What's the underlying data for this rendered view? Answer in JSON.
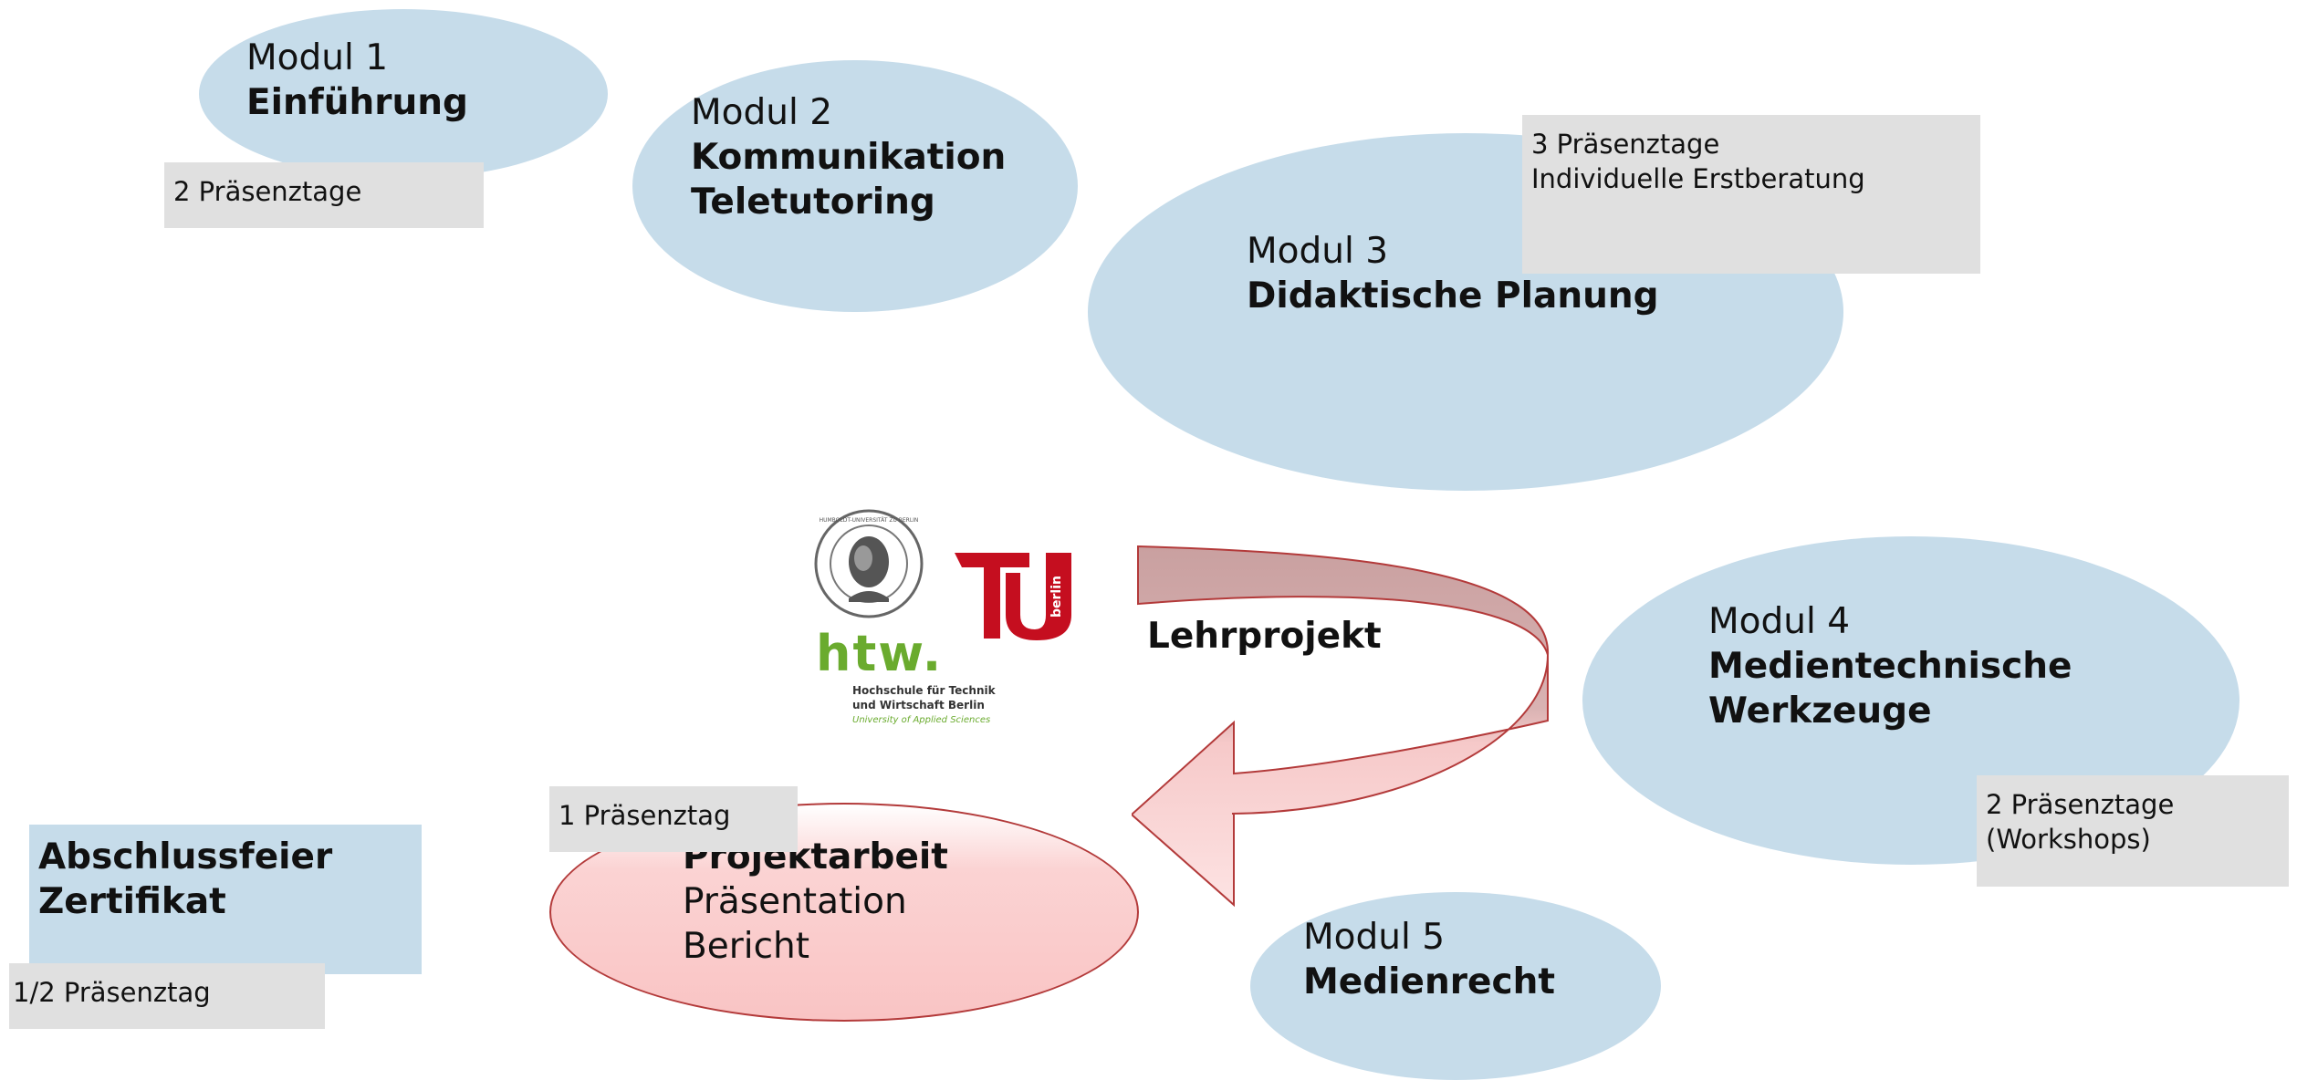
{
  "modules": {
    "m1": {
      "line1": "Modul 1",
      "line2": "Einführung"
    },
    "m2": {
      "line1": "Modul 2",
      "line2": "Kommunikation",
      "line3": "Teletutoring"
    },
    "m3": {
      "line1": "Modul 3",
      "line2": "Didaktische Planung"
    },
    "m4": {
      "line1": "Modul 4",
      "line2": "Medientechnische",
      "line3": "Werkzeuge"
    },
    "m5": {
      "line1": "Modul 5",
      "line2": "Medienrecht"
    }
  },
  "project": {
    "title": "Projektarbeit",
    "line2": "Präsentation",
    "line3": "Bericht"
  },
  "final": {
    "line1": "Abschlussfeier",
    "line2": "Zertifikat"
  },
  "arrow_label": "Lehrprojekt",
  "notes": {
    "n1": "2 Präsenztage",
    "n3a": "3 Präsenztage",
    "n3b": "Individuelle Erstberatung",
    "n4a": "2 Präsenztage",
    "n4b": "(Workshops)",
    "np": "1 Präsenztag",
    "nf": "1/2 Präsenztag"
  },
  "logos": {
    "tu": "TU",
    "tu_sub": "berlin",
    "htw": "htw.",
    "htw_line1": "Hochschule für Technik",
    "htw_line2": "und Wirtschaft Berlin",
    "htw_line3": "University of Applied Sciences",
    "hu_seal": "HUMBOLDT-UNIVERSITÄT ZU BERLIN"
  },
  "colors": {
    "module": "#c6dcea",
    "note": "#e0e0e0",
    "project": "#fbd3d3",
    "arrow": "#d4a8a8",
    "tu_red": "#c50e1f"
  }
}
